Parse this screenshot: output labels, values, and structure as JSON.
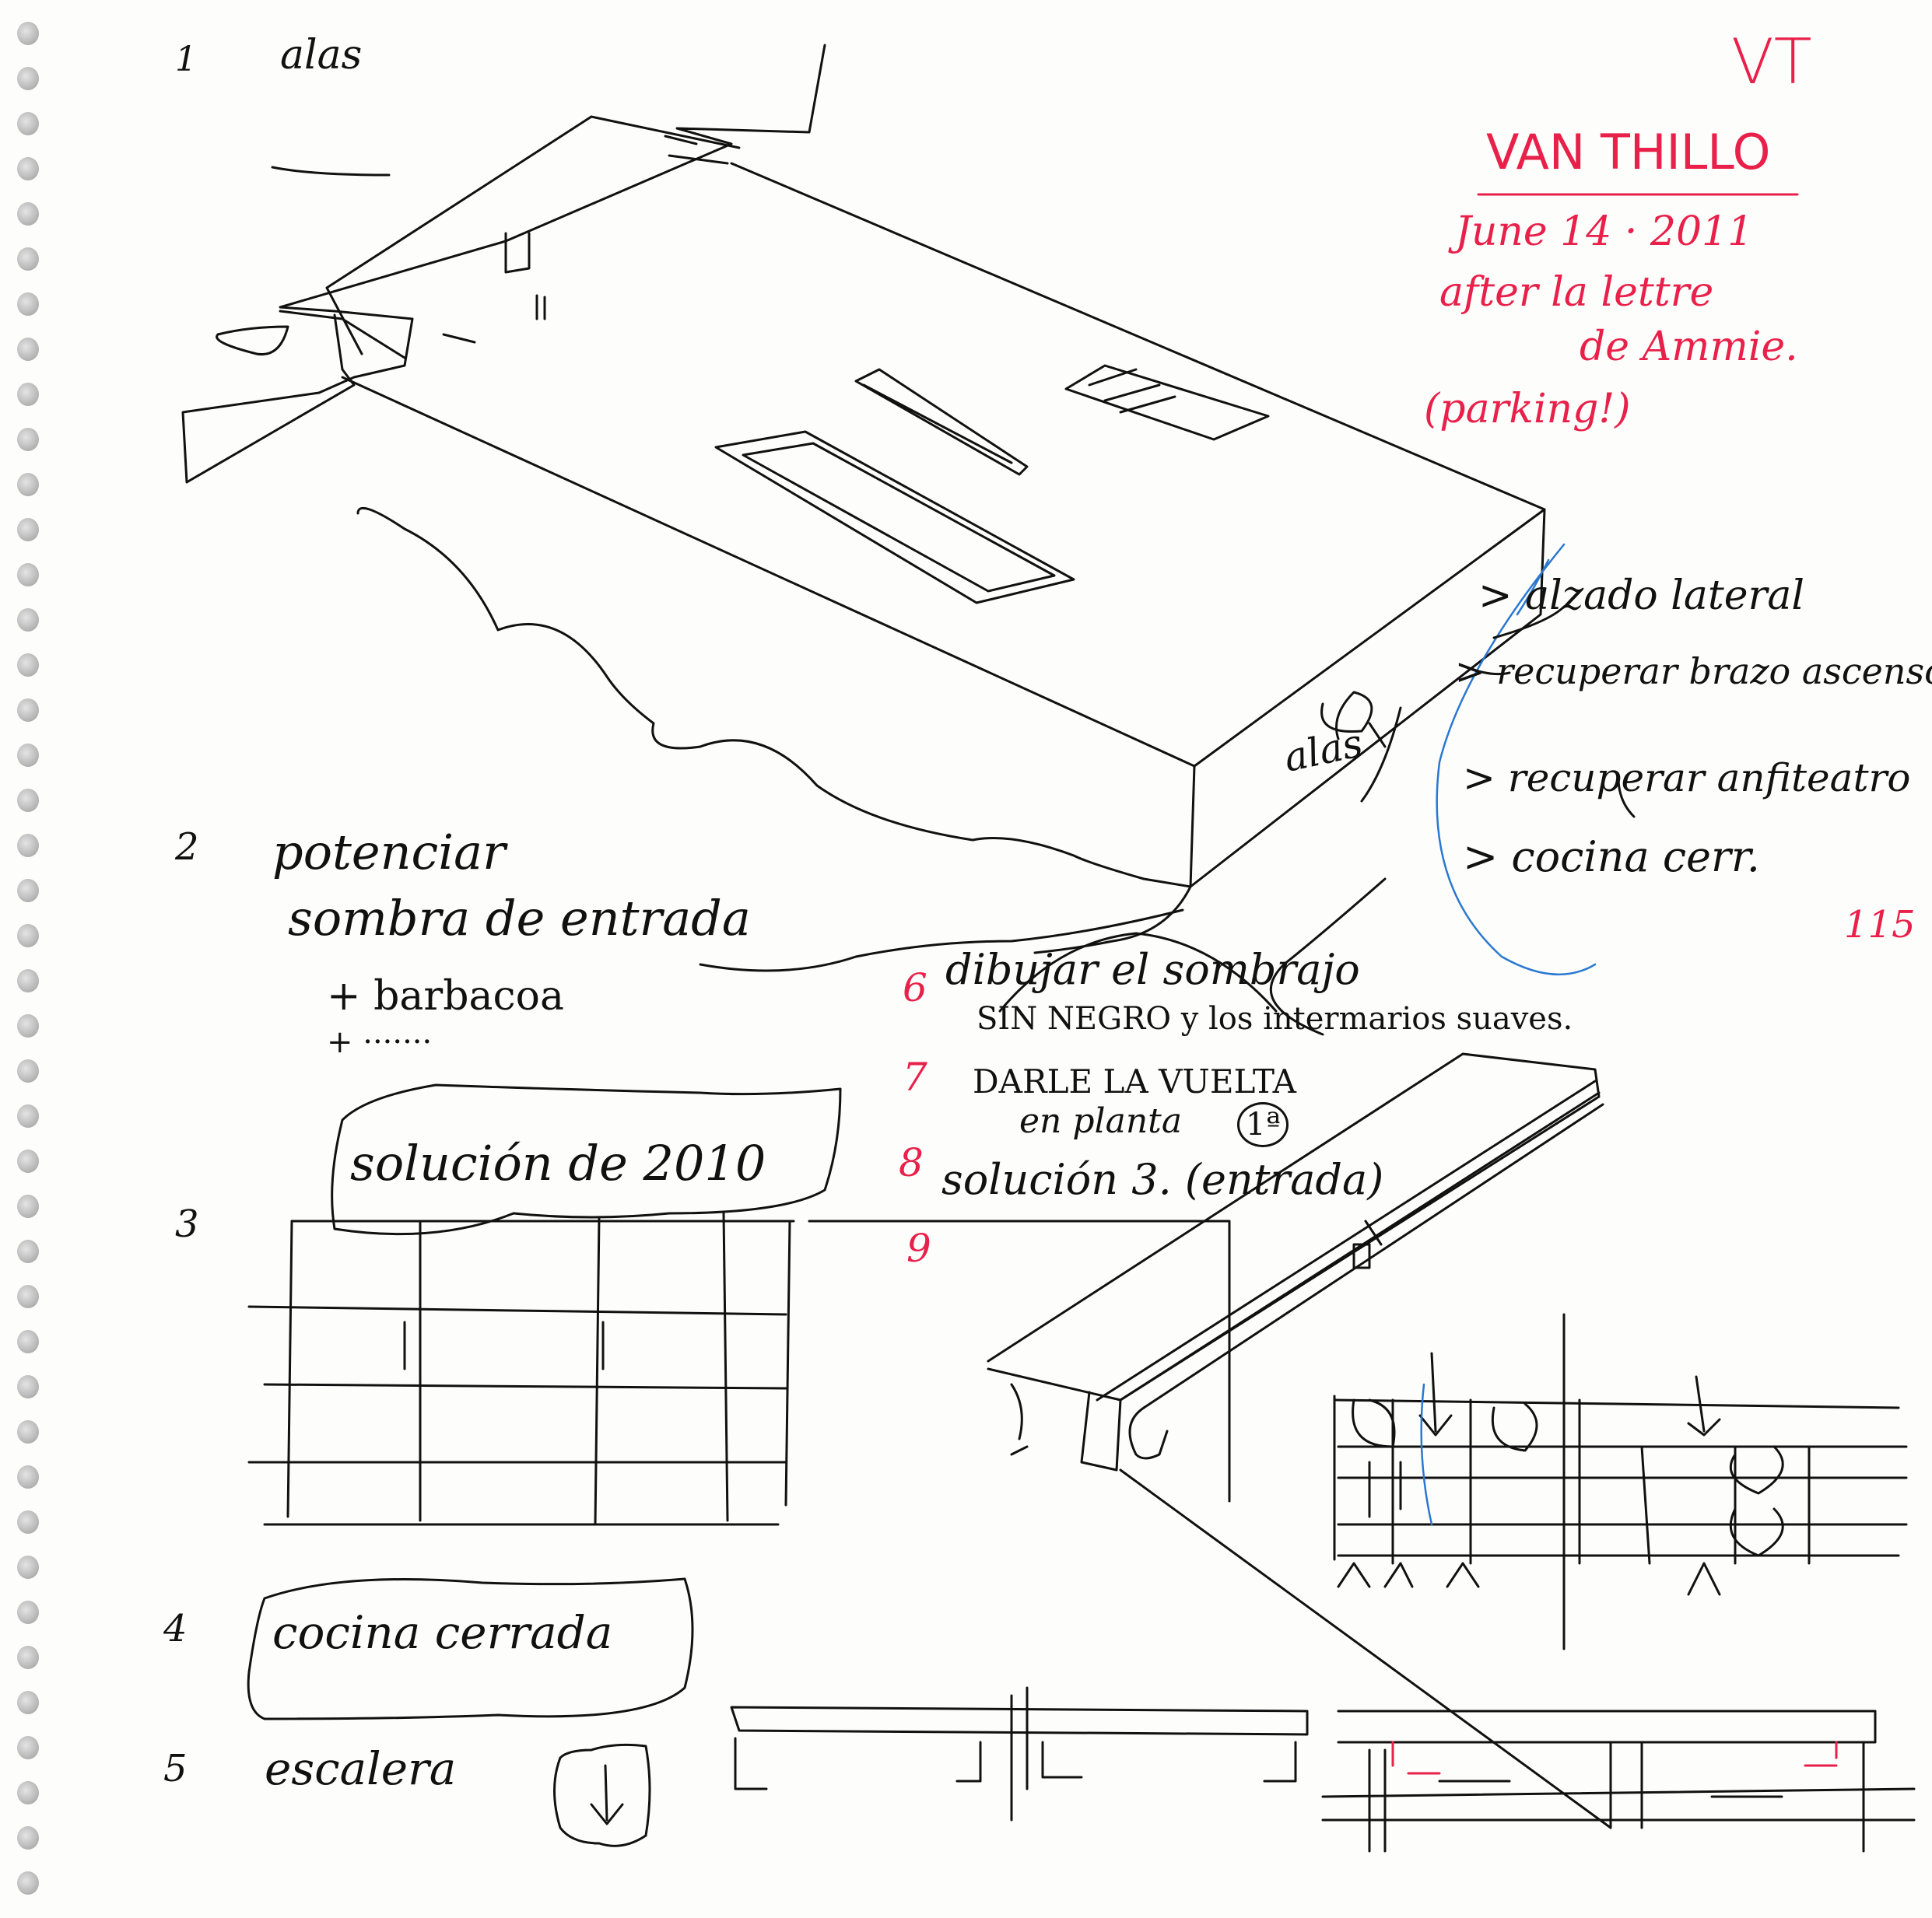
{
  "notes": {
    "n1_num": "1",
    "n1_text": "alas",
    "n2_num": "2",
    "n2_line1": "potenciar",
    "n2_line2": "sombra de entrada",
    "n2_plus1": "+ barbacoa",
    "n2_plus2": "+ ·······",
    "n3_num": "3",
    "n3_text": "solución de 2010",
    "n4_num": "4",
    "n4_text": "cocina cerrada",
    "n5_num": "5",
    "n5_text": "escalera",
    "n6_num": "6",
    "n6_line1": "dibujar el sombrajo",
    "n6_line2": "SIN NEGRO y los intermarios suaves.",
    "n7_num": "7",
    "n7_line1": "DARLE LA VUELTA",
    "n7_line2": "en planta",
    "n7_badge": "1ª",
    "n8_num": "8",
    "n8_text": "solución 3. (entrada)",
    "n9_num": "9"
  },
  "header": {
    "initials": "VT",
    "name": "VAN THILLO",
    "date": "June 14 · 2011",
    "line1": "after la lettre",
    "line2": "de Ammie.",
    "line3": "(parking!)",
    "page_number": "115"
  },
  "side_list": {
    "items": [
      "> alzado lateral",
      "> recuperar brazo ascensor",
      "> recuperar anfiteatro",
      "> cocina cerr."
    ],
    "sketch_label": "alas"
  },
  "colors": {
    "ink": "#111111",
    "red_ink": "#e8204a",
    "blue_ink": "#2a78d0",
    "paper": "#fdfdfb"
  }
}
